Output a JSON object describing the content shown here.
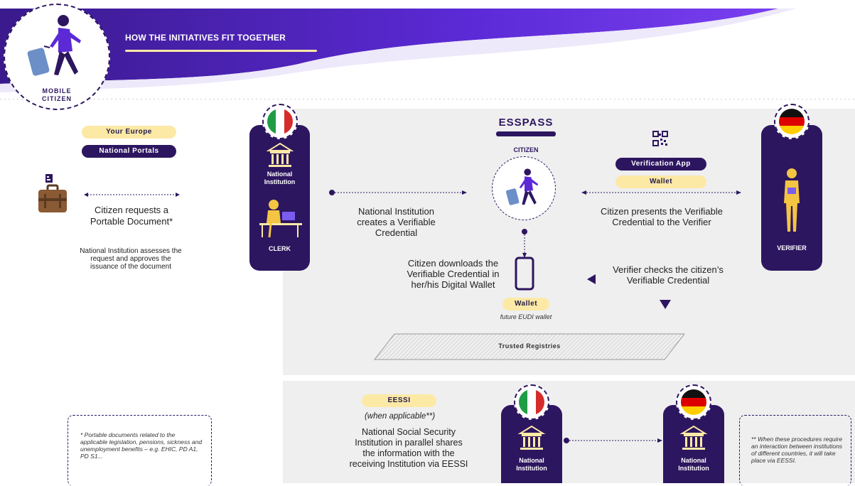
{
  "header": {
    "title": "HOW THE INITIATIVES FIT TOGETHER"
  },
  "persona": {
    "label_line1": "MOBILE",
    "label_line2": "CITIZEN"
  },
  "left": {
    "pill_your_europe": "Your Europe",
    "pill_national_portals": "National Portals",
    "request_text": "Citizen requests a Portable Document*",
    "assess_text": "National Institution assesses the request and approves the issuance of the document"
  },
  "italy_card": {
    "institution_label": "National Institution",
    "clerk_label": "CLERK"
  },
  "center": {
    "esspass_title": "ESSPASS",
    "citizen_label": "CITIZEN",
    "creates_text": "National Institution creates a Verifiable Credential",
    "downloads_text": "Citizen downloads the Verifiable Credential in her/his Digital Wallet",
    "wallet_pill": "Wallet",
    "future_wallet": "future EUDI wallet",
    "trusted_registries": "Trusted Registries"
  },
  "verifier_side": {
    "pill_verification_app": "Verification App",
    "pill_wallet": "Wallet",
    "presents_text": "Citizen presents the Verifiable Credential to the Verifier",
    "checks_text": "Verifier checks the citizen’s Verifiable Credential",
    "verifier_label": "VERIFIER"
  },
  "eessi": {
    "pill": "EESSI",
    "when_applicable": "(when applicable**)",
    "shares_text": "National Social Security Institution in parallel shares the information with the receiving Institution via EESSI",
    "it_institution_label": "National Institution",
    "de_institution_label": "National Institution"
  },
  "footnotes": {
    "portable_docs": "* Portable documents related to the applicable legislation, pensions, sickness and unemployment benefits – e.g. EHIC, PD A1, PD S1...",
    "interaction": "** When these procedures require an interaction between institutions of different countries, it will take place via EESSI."
  },
  "colors": {
    "navy": "#2d1660",
    "purple": "#5b2ad6",
    "yellow": "#fde9a6",
    "grey_panel": "#efefef",
    "flag_it_green": "#1f9d45",
    "flag_it_red": "#d62b2b",
    "flag_de_black": "#111111",
    "flag_de_red": "#dd0000",
    "flag_de_gold": "#ffce00"
  }
}
